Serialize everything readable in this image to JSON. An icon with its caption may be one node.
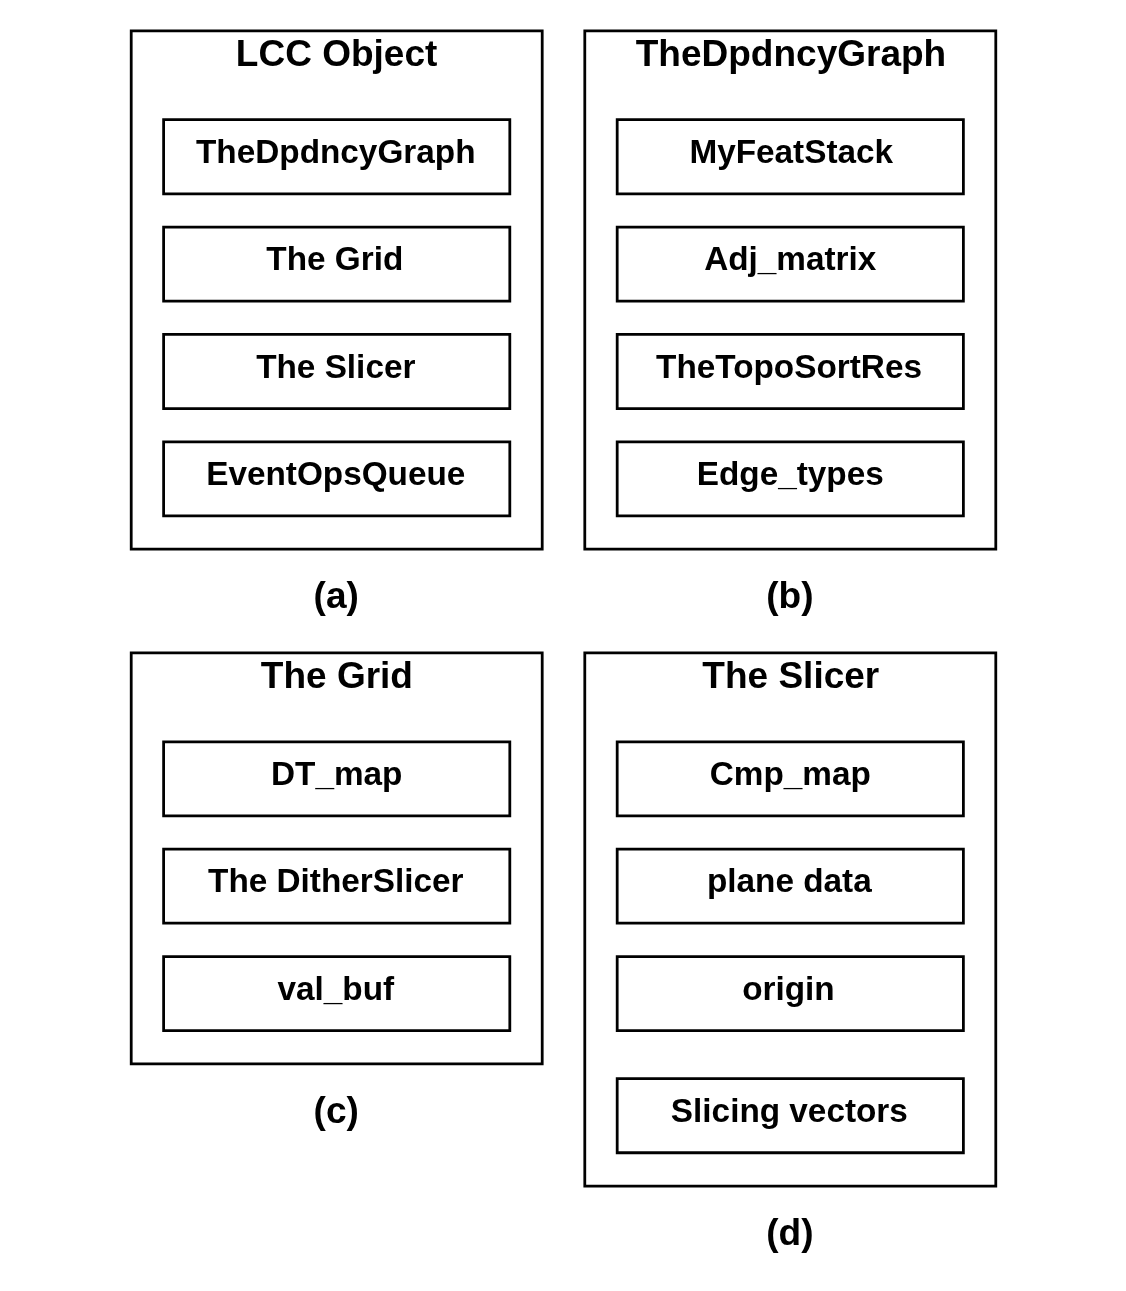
{
  "diagram": {
    "nodes": [
      {
        "text": [
          "LCC Object"
        ],
        "beside": [
          "(a)"
        ]
      },
      {
        "text": [
          "TheDpdncyGraph"
        ],
        "in": 0
      },
      {
        "text": [
          "The Grid"
        ],
        "in": 0
      },
      {
        "text": [
          "The Slicer"
        ],
        "in": 0
      },
      {
        "text": [
          "EventOpsQueue"
        ],
        "in": 0
      },
      {
        "text": [
          "TheDpdncyGraph"
        ],
        "beside": [
          "(b)"
        ]
      },
      {
        "text": [
          "MyFeatStack"
        ],
        "in": 5
      },
      {
        "text": [
          "Adj_matrix"
        ],
        "in": 5
      },
      {
        "text": [
          "TheTopoSortRes"
        ],
        "in": 5
      },
      {
        "text": [
          "Edge_types"
        ],
        "in": 5
      },
      {
        "text": [
          "The Grid"
        ],
        "beside": [
          "(c)"
        ]
      },
      {
        "text": [
          "DT_map"
        ],
        "in": 10
      },
      {
        "text": [
          "The DitherSlicer"
        ],
        "in": 10
      },
      {
        "text": [
          "val_buf"
        ],
        "in": 10
      },
      {
        "text": [
          "The Slicer"
        ],
        "beside": [
          "(d)"
        ]
      },
      {
        "text": [
          "Cmp_map"
        ],
        "in": 14
      },
      {
        "text": [
          "plane data"
        ],
        "in": 14
      },
      {
        "text": [
          "origin"
        ],
        "in": 14
      },
      {
        "text": [
          "Slicing vectors"
        ],
        "in": 14
      }
    ]
  }
}
